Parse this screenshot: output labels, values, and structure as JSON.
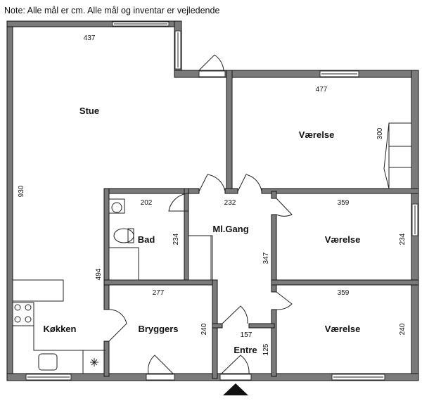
{
  "note": "Note: Alle mål er cm. Alle mål og inventar er vejledende",
  "rooms": {
    "stue": "Stue",
    "vaerelse1": "Værelse",
    "vaerelse2": "Værelse",
    "vaerelse3": "Værelse",
    "bad": "Bad",
    "gang": "Ml.Gang",
    "koekken": "Køkken",
    "bryggers": "Bryggers",
    "entre": "Entre"
  },
  "dimensions": {
    "stue_width": "437",
    "stue_height": "930",
    "koekken_height": "494",
    "vaerelse1_width": "477",
    "vaerelse1_height": "300",
    "bad_width": "202",
    "bad_height": "234",
    "gang_width": "232",
    "gang_height": "347",
    "vaerelse2_width": "359",
    "vaerelse2_height": "234",
    "bryggers_width": "277",
    "bryggers_height": "240",
    "entre_width": "157",
    "entre_height": "125",
    "vaerelse3_width": "359",
    "vaerelse3_height": "240"
  }
}
